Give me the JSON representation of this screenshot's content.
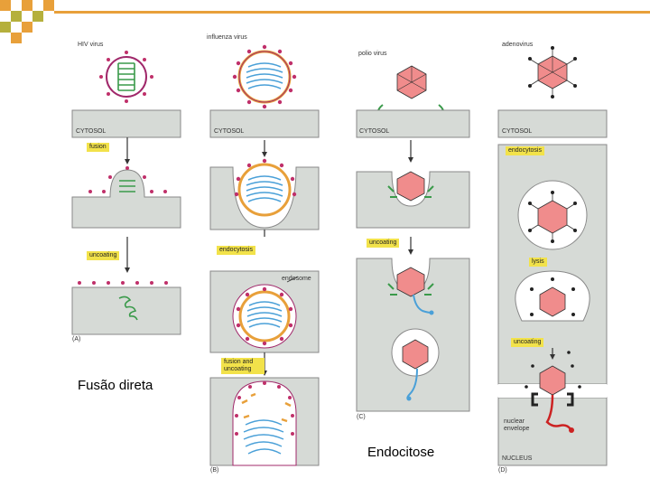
{
  "colors": {
    "accent_orange": "#e8a03a",
    "accent_olive": "#b5b03c",
    "cytosol": "#d6dad6",
    "virus_pink": "#f08c8c",
    "membrane_purple": "#a0286a",
    "rna_blue": "#4aa0d8",
    "rna_green": "#3a9a4a",
    "label_box": "#f2e24a"
  },
  "labels": {
    "hiv_virus": "HIV virus",
    "influenza_virus": "influenza virus",
    "polio_virus": "polio virus",
    "adenovirus": "adenovirus",
    "cytosol": "CYTOSOL",
    "fusion": "fusion",
    "uncoating": "uncoating",
    "endocytosis": "endocytosis",
    "endosome": "endosome",
    "fusion_and_uncoating": "fusion and uncoating",
    "lysis": "lysis",
    "nuclear_envelope": "nuclear envelope",
    "nucleus": "NUCLEUS"
  },
  "panel_labels": {
    "a": "(A)",
    "b": "(B)",
    "c": "(C)",
    "d": "(D)"
  },
  "captions": {
    "direct_fusion": "Fusão direta",
    "endocytosis": "Endocitose"
  }
}
